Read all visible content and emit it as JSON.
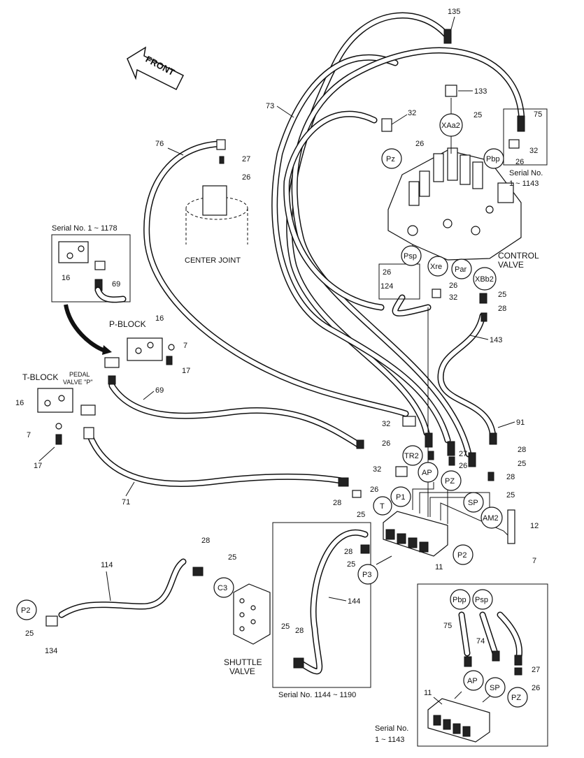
{
  "orientation": {
    "front_label": "FRONT"
  },
  "labels": {
    "center_joint": "CENTER JOINT",
    "control_valve_1": "CONTROL",
    "control_valve_2": "VALVE",
    "p_block": "P-BLOCK",
    "t_block": "T-BLOCK",
    "pedal_valve_1": "PEDAL",
    "pedal_valve_2": "VALVE \"P\"",
    "shuttle_valve_1": "SHUTTLE",
    "shuttle_valve_2": "VALVE"
  },
  "serial_notes": {
    "pblock_inset": "Serial No. 1 ~ 1178",
    "right_upper_1": "Serial No.",
    "right_upper_2": "1 ~ 1143",
    "middle_box": "Serial No. 1144 ~ 1190",
    "bottom_right_1": "Serial No.",
    "bottom_right_2": "1 ~ 1143"
  },
  "ports": [
    "XAa2",
    "Pz",
    "Pbp",
    "Psp",
    "Xre",
    "Par",
    "XBb2",
    "TR2",
    "AP",
    "PZ",
    "P1",
    "T",
    "SP",
    "AM2",
    "P2",
    "P3",
    "C3",
    "P2",
    "Pbp",
    "Psp",
    "AP",
    "SP",
    "PZ"
  ],
  "part_numbers": {
    "n135": "135",
    "n133": "133",
    "n25a": "25",
    "n73": "73",
    "n32a": "32",
    "n26a": "26",
    "n75a": "75",
    "n32b": "32",
    "n26b": "26",
    "n76": "76",
    "n27a": "27",
    "n26c": "26",
    "n16a": "16",
    "n69a": "69",
    "n26d": "26",
    "n124": "124",
    "n26e": "26",
    "n32c": "32",
    "n25b": "25",
    "n28a": "28",
    "n143": "143",
    "n16b": "16",
    "n7a": "7",
    "n17a": "17",
    "n69b": "69",
    "n16c": "16",
    "n7b": "7",
    "n17b": "17",
    "n32d": "32",
    "n26f": "26",
    "n91": "91",
    "n28b": "28",
    "n27b": "27",
    "n26g": "26",
    "n25c": "25",
    "n32e": "32",
    "n26h": "26",
    "n28c": "28",
    "n25d": "25",
    "n71": "71",
    "n28d": "28",
    "n25e": "25",
    "n12": "12",
    "n28e": "28",
    "n25f": "25",
    "n11a": "11",
    "n7c": "7",
    "n114": "114",
    "n28f": "28",
    "n25g": "25",
    "n144": "144",
    "n25h": "25",
    "n134": "134",
    "n25i": "25",
    "n28g": "28",
    "n75b": "75",
    "n74": "74",
    "n27c": "27",
    "n26i": "26",
    "n11b": "11"
  }
}
